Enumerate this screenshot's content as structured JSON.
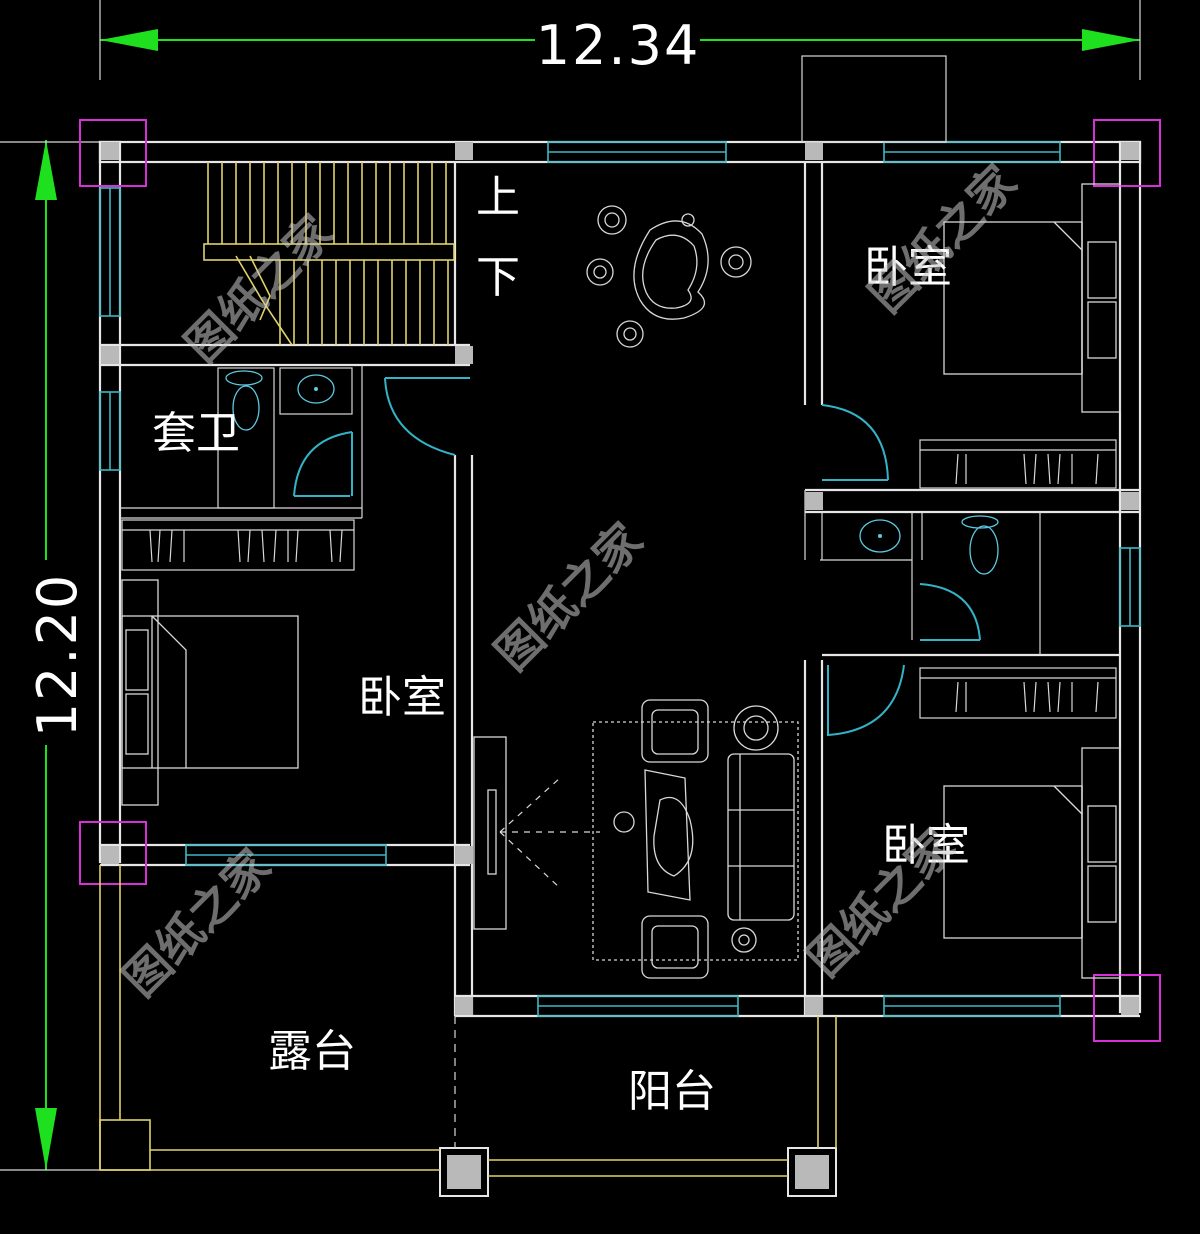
{
  "dimensions": {
    "width_label": "12.34",
    "height_label": "12.20"
  },
  "rooms": {
    "stair_up": "上",
    "stair_down": "下",
    "ensuite_bath": "套卫",
    "bedroom_left": "卧室",
    "bedroom_top_right": "卧室",
    "bedroom_bottom_right": "卧室",
    "terrace": "露台",
    "balcony": "阳台"
  },
  "watermark": "图纸之家",
  "colors": {
    "background": "#000000",
    "walls": "#e6e6e6",
    "windows": "#3fb6c4",
    "dimension_lines": "#1fe01f",
    "stairs_and_railing": "#e0d26a",
    "corner_markers": "#d630d6"
  }
}
